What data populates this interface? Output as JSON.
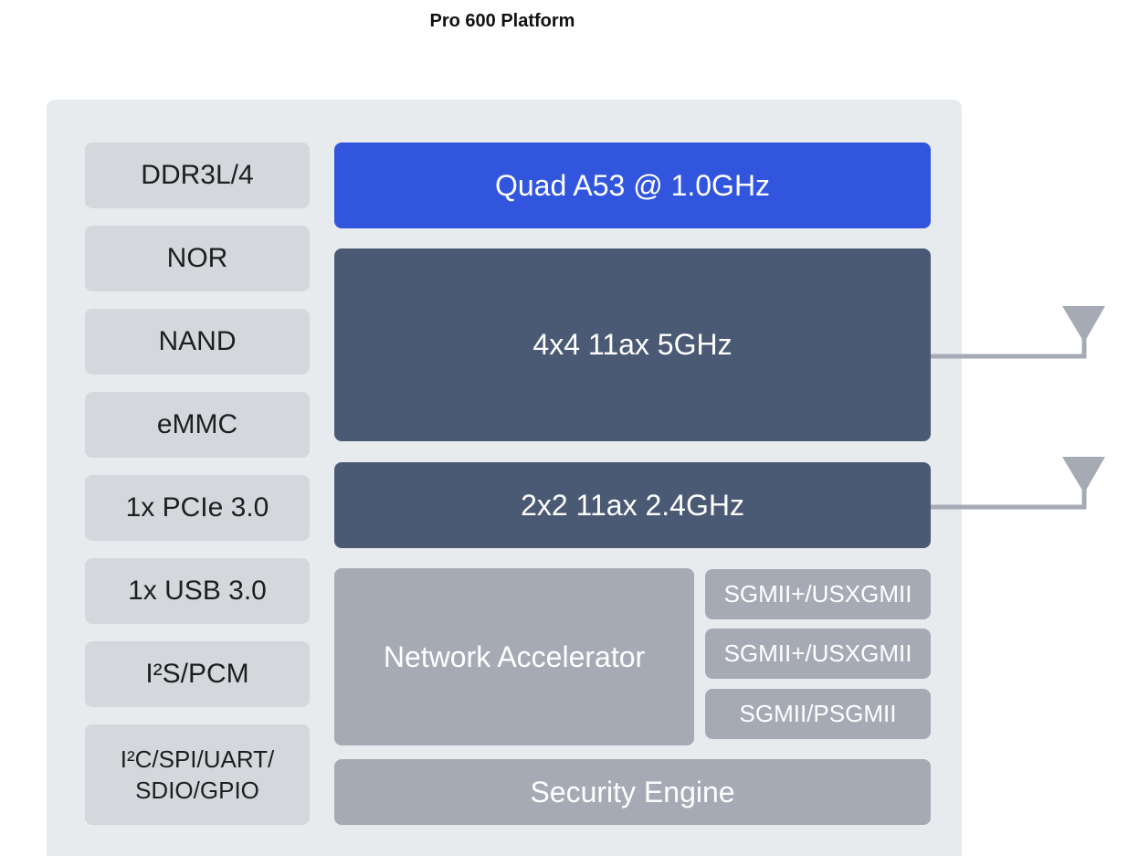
{
  "title": "Pro 600 Platform",
  "colors": {
    "board_background": "#e8ebee",
    "interface_box": "#d4d8dd",
    "cpu_block": "#3255de",
    "radio_block": "#4b5a74",
    "gray_block": "#a5aab5",
    "antenna": "#a5aab5"
  },
  "interfaces": [
    "DDR3L/4",
    "NOR",
    "NAND",
    "eMMC",
    "1x PCIe 3.0",
    "1x USB 3.0",
    "I²S/PCM"
  ],
  "interfaces_multi": {
    "line1": "I²C/SPI/UART/",
    "line2": "SDIO/GPIO"
  },
  "cpu": "Quad A53 @ 1.0GHz",
  "radios": {
    "band_5ghz": "4x4 11ax 5GHz",
    "band_24ghz": "2x2 11ax 2.4GHz"
  },
  "network_accelerator": "Network Accelerator",
  "ports": [
    "SGMII+/USXGMII",
    "SGMII+/USXGMII",
    "SGMII/PSGMII"
  ],
  "security_engine": "Security Engine",
  "icons": {
    "antenna": "antenna-icon"
  }
}
